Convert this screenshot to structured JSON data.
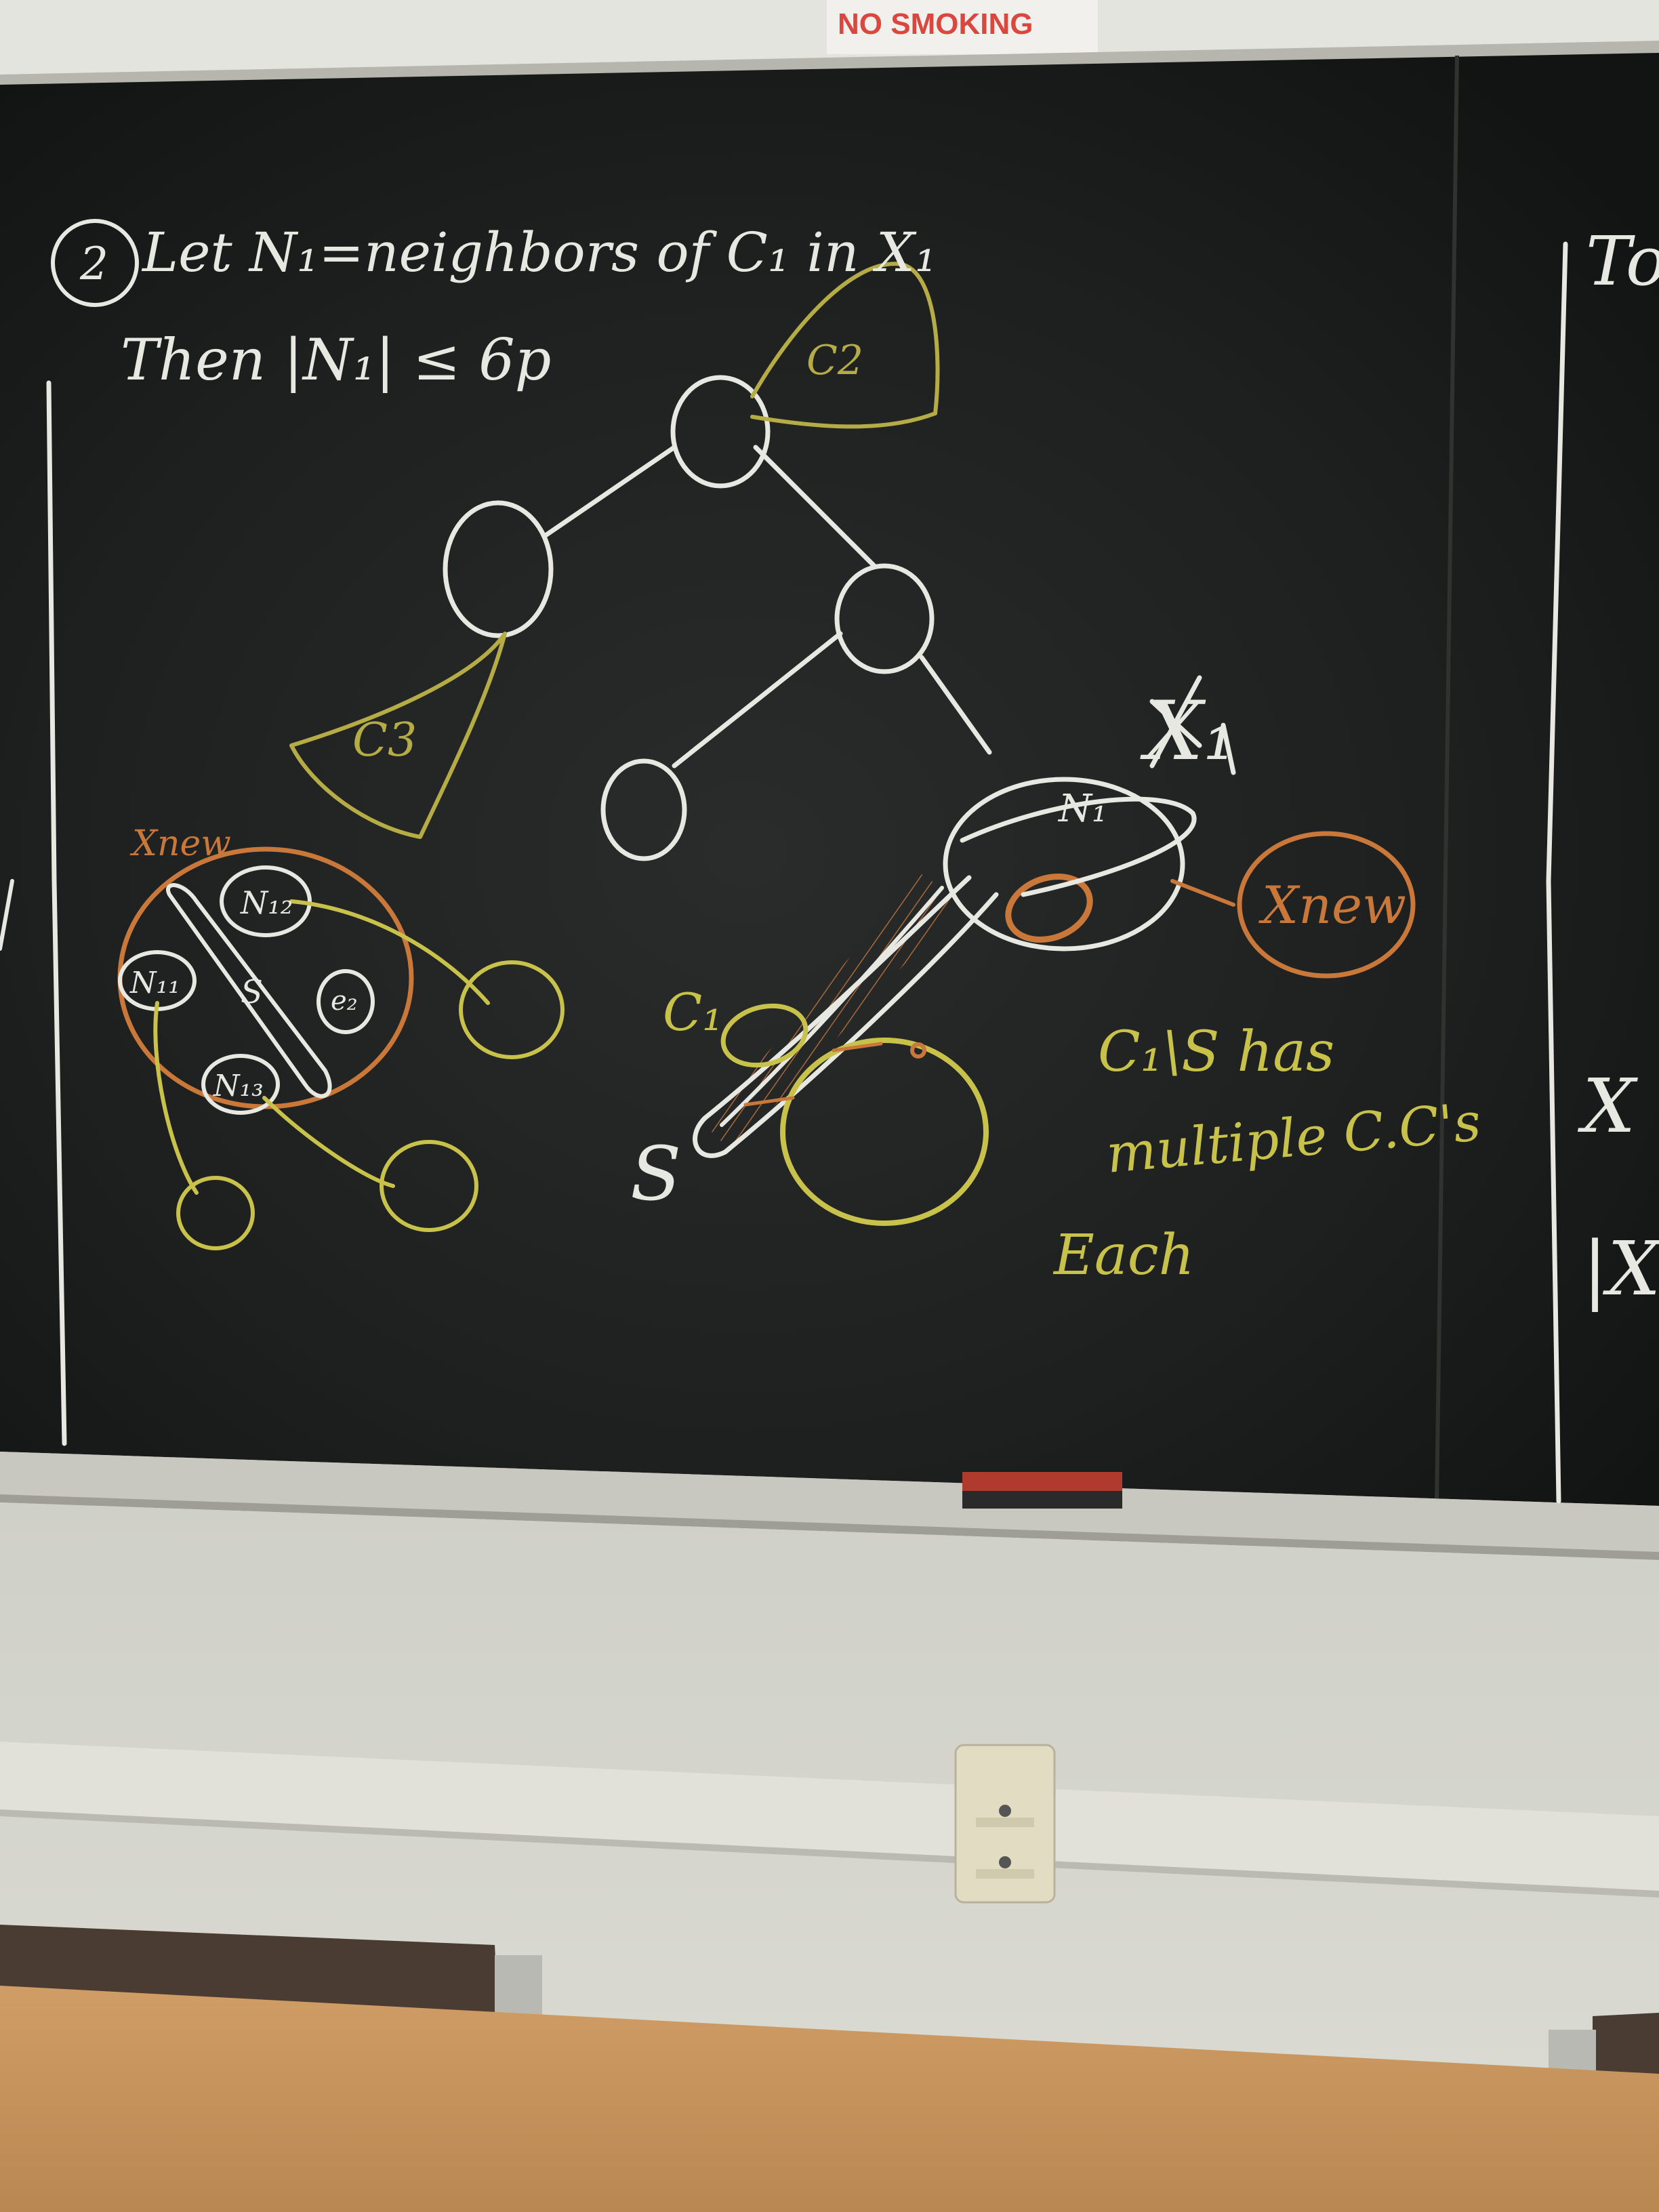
{
  "sign": {
    "text": "NO SMOKING"
  },
  "board": {
    "line1_number": "2",
    "line1": "Let N₁=neighbors of C₁ in X₁",
    "line2": "Then |N₁| ≤ 6p",
    "labels": {
      "c2": "C2",
      "c3": "C3",
      "x1": "X₁",
      "n1": "N₁",
      "xnew_right": "Xnew",
      "c1": "C₁",
      "s_big": "S",
      "xnew_left": "Xnew",
      "n12": "N₁₂",
      "n11": "N₁₁",
      "s_small": "S",
      "e2": "e₂",
      "n13": "N₁₃"
    },
    "note_line1": "C₁\\S has",
    "note_line2": "multiple C.C's",
    "note_line3": "Each",
    "edge_fragments": {
      "top": "To",
      "mid": "X",
      "bottom": "|X"
    }
  },
  "colors": {
    "board": "#1c1e1e",
    "chalk_white": "#e8e8e2",
    "chalk_yellow": "#c9c24a",
    "chalk_orange": "#c9783a",
    "sign_red": "#d9473f",
    "desk": "#c9955e",
    "wall": "#d8d8d0"
  }
}
